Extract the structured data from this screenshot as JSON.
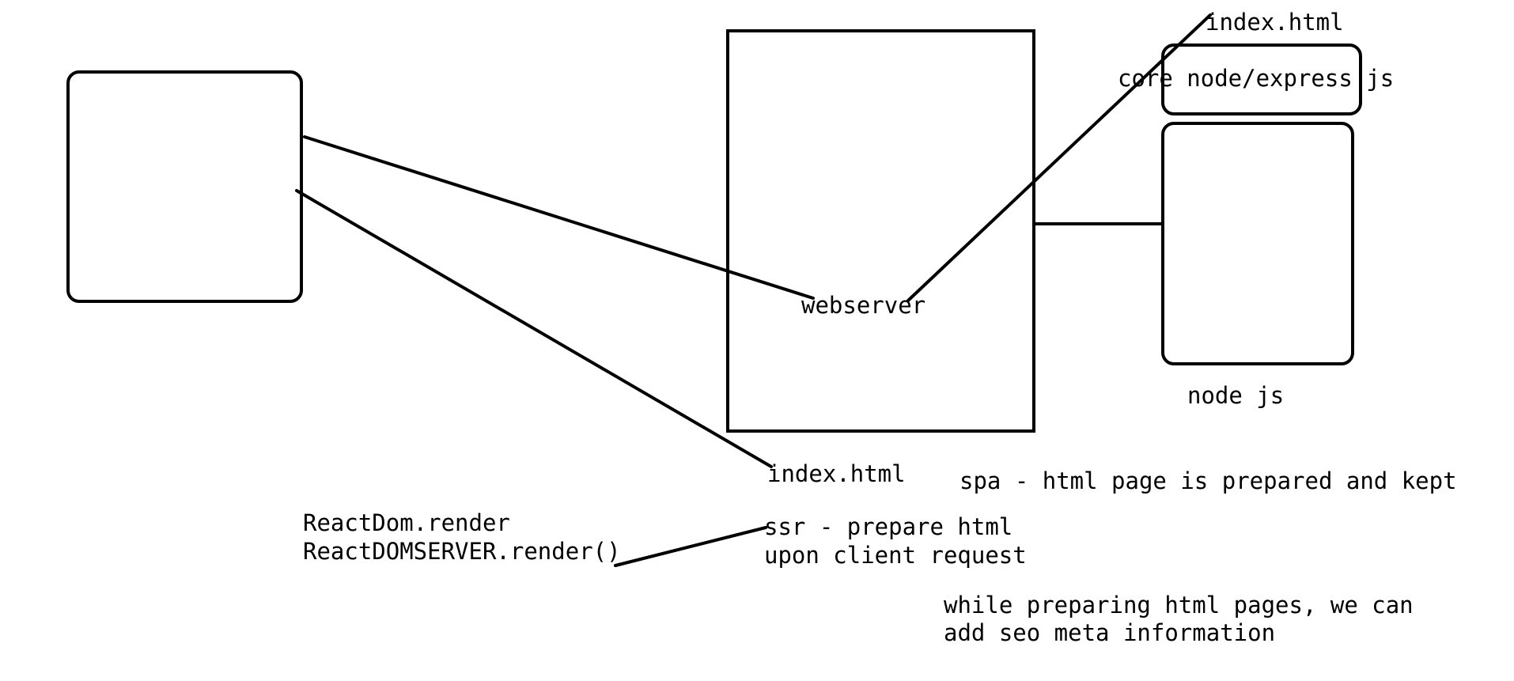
{
  "diagram": {
    "stroke_color": "#000000",
    "background": "#ffffff",
    "labels": {
      "webserver": "webserver",
      "index_html_top": "index.html",
      "core_node_express": "core node/express js",
      "node_js": "node js",
      "index_html_bottom": "index.html",
      "spa_note": "spa - html page is prepared and kept",
      "react_dom_render": "ReactDom.render",
      "react_domserver_render": "ReactDOMSERVER.render()",
      "ssr_line1": "ssr - prepare html",
      "ssr_line2": "upon client request",
      "seo_line1": "while preparing html pages, we can",
      "seo_line2": "add seo meta information"
    }
  }
}
